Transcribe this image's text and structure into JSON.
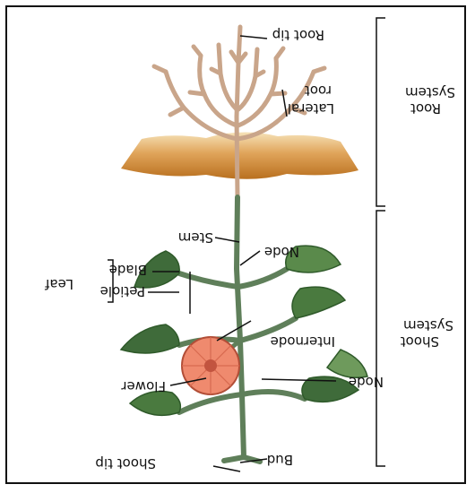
{
  "labels": {
    "root_tip": "Root tip",
    "lateral_root_line1": "Lateral",
    "lateral_root_line2": "root",
    "root_system_line1": "Root",
    "root_system_line2": "System",
    "stem": "Stem",
    "node_upper": "Node",
    "leaf": "Leaf",
    "blade": "Blade",
    "petiole": "Petiole",
    "internode": "Internode",
    "shoot_system_line1": "Shoot",
    "shoot_system_line2": "System",
    "flower": "Flower",
    "node_lower": "Node",
    "shoot_tip": "Shoot tip",
    "bud": "Bud"
  },
  "colors": {
    "soil_light": "#f3d6a0",
    "soil_dark": "#b9701f",
    "root": "#c9a58a",
    "stem": "#5f7f5a",
    "leaf": "#3f6b3a",
    "leaf_light": "#6e9a5c",
    "flower": "#ef8a6e",
    "flower_center": "#c2543f"
  }
}
